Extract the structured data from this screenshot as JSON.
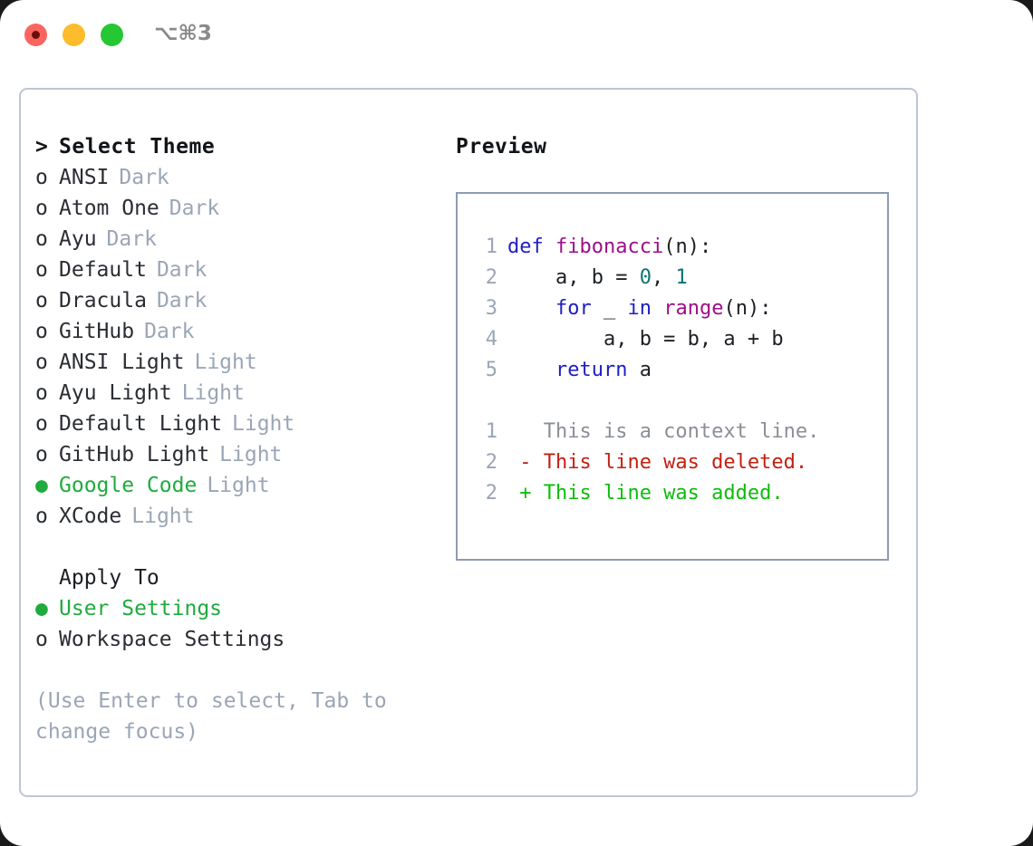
{
  "titlebar": {
    "shortcut": "⌥⌘3",
    "dots": [
      {
        "name": "close",
        "color": "#fb6560"
      },
      {
        "name": "minimize",
        "color": "#fdbc2c"
      },
      {
        "name": "maximize",
        "color": "#25c732"
      }
    ]
  },
  "theme_picker": {
    "title": "Select Theme",
    "prompt_marker": ">",
    "unselected_marker": "o",
    "selected_marker": "●",
    "items": [
      {
        "label": "ANSI",
        "variant": "Dark",
        "selected": false
      },
      {
        "label": "Atom One",
        "variant": "Dark",
        "selected": false
      },
      {
        "label": "Ayu",
        "variant": "Dark",
        "selected": false
      },
      {
        "label": "Default",
        "variant": "Dark",
        "selected": false
      },
      {
        "label": "Dracula",
        "variant": "Dark",
        "selected": false
      },
      {
        "label": "GitHub",
        "variant": "Dark",
        "selected": false
      },
      {
        "label": "ANSI Light",
        "variant": "Light",
        "selected": false
      },
      {
        "label": "Ayu Light",
        "variant": "Light",
        "selected": false
      },
      {
        "label": "Default Light",
        "variant": "Light",
        "selected": false
      },
      {
        "label": "GitHub Light",
        "variant": "Light",
        "selected": false
      },
      {
        "label": "Google Code",
        "variant": "Light",
        "selected": true
      },
      {
        "label": "XCode",
        "variant": "Light",
        "selected": false
      }
    ]
  },
  "apply_to": {
    "heading": "Apply To",
    "options": [
      {
        "label": "User Settings",
        "selected": true
      },
      {
        "label": "Workspace Settings",
        "selected": false
      }
    ]
  },
  "help_text": "(Use Enter to select, Tab to change focus)",
  "preview": {
    "heading": "Preview",
    "code_lines": [
      {
        "lineno": "1",
        "tokens": [
          {
            "text": "def ",
            "type": "kw"
          },
          {
            "text": "fibonacci",
            "type": "fn"
          },
          {
            "text": "(n):",
            "type": "punc"
          }
        ]
      },
      {
        "lineno": "2",
        "tokens": [
          {
            "text": "    a, b = ",
            "type": "id"
          },
          {
            "text": "0",
            "type": "num"
          },
          {
            "text": ", ",
            "type": "punc"
          },
          {
            "text": "1",
            "type": "num"
          }
        ]
      },
      {
        "lineno": "3",
        "tokens": [
          {
            "text": "    ",
            "type": "id"
          },
          {
            "text": "for",
            "type": "kw"
          },
          {
            "text": " _ ",
            "type": "id"
          },
          {
            "text": "in",
            "type": "kw"
          },
          {
            "text": " ",
            "type": "id"
          },
          {
            "text": "range",
            "type": "fn"
          },
          {
            "text": "(n):",
            "type": "punc"
          }
        ]
      },
      {
        "lineno": "4",
        "tokens": [
          {
            "text": "        a, b = b, a + b",
            "type": "id"
          }
        ]
      },
      {
        "lineno": "5",
        "tokens": [
          {
            "text": "    ",
            "type": "id"
          },
          {
            "text": "return",
            "type": "kw"
          },
          {
            "text": " a",
            "type": "id"
          }
        ]
      }
    ],
    "diff_lines": [
      {
        "lineno": "1",
        "sign": " ",
        "text": " This is a context line.",
        "kind": "ctx"
      },
      {
        "lineno": "2",
        "sign": "-",
        "text": " This line was deleted.",
        "kind": "del"
      },
      {
        "lineno": "2",
        "sign": "+",
        "text": " This line was added.",
        "kind": "add"
      }
    ]
  },
  "colors": {
    "accent_green": "#1fab3e",
    "muted": "#9aa6b6",
    "text": "#2a2d33",
    "keyword": "#1e1ec4",
    "function": "#9e0e87",
    "number": "#0d7272",
    "diff_delete": "#c41f10",
    "diff_add": "#0cbd0c",
    "panel_border": "#bcc6d4",
    "preview_border": "#8e9cb0"
  }
}
